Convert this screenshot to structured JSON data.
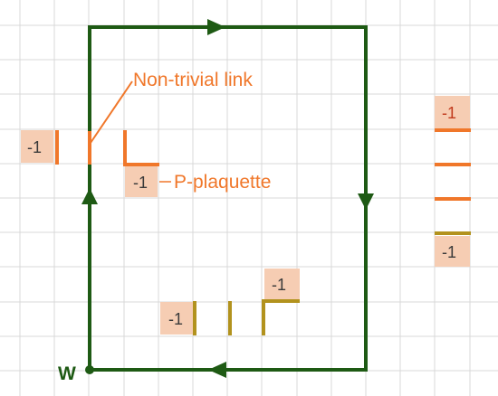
{
  "labels": {
    "nontrivial_link": "Non-trivial link",
    "p_plaquette": "P-plaquette",
    "origin": "W"
  },
  "badges": {
    "left": "-1",
    "plaquette": "-1",
    "right_top": "-1",
    "right_bottom": "-1",
    "bottom_left": "-1",
    "bottom_corner": "-1"
  },
  "colors": {
    "grid": "#d9d9d9",
    "loop": "#1e5a14",
    "orange": "#f0772a",
    "olive": "#b2921d",
    "badge_fill": "#f6cdb3",
    "badge_text_dark": "#c0391b"
  }
}
